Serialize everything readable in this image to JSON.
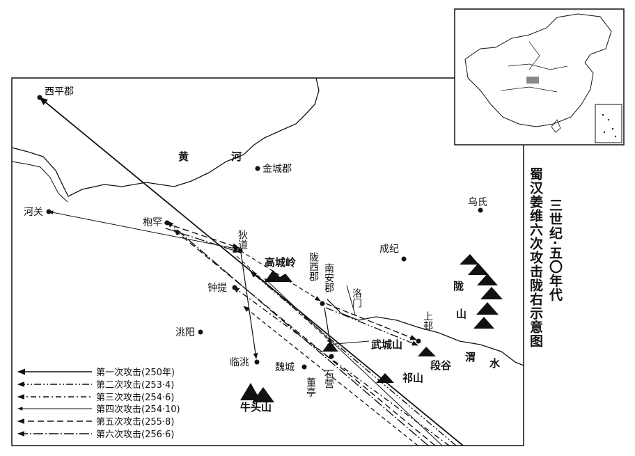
{
  "title": {
    "col1": "三世纪·五〇年代",
    "col2": "蜀汉姜维六次攻击陇右示意图"
  },
  "places": {
    "xiping": "西平郡",
    "jincheng": "金城郡",
    "heguan": "河关",
    "fuhan": "枹罕",
    "didao": "狄道",
    "gaocheng": "高城岭",
    "longxi": "陇西郡",
    "nanan": "南安郡",
    "chengji": "成纪",
    "wushi": "乌氏",
    "luomen": "洛门",
    "zhongti": "钟提",
    "taoyang": "洮阳",
    "lintao": "临洮",
    "weicheng": "魏城",
    "dongting": "董亭",
    "shiying": "石营",
    "wucheng": "武城山",
    "shanggui": "上邽",
    "duangu": "段谷",
    "qishan": "祁山",
    "niutou": "牛头山"
  },
  "rivers": {
    "huang": "黄",
    "he": "河",
    "wei": "渭",
    "shui": "水"
  },
  "mountains": {
    "long": "陇",
    "shan": "山"
  },
  "legend": [
    {
      "label": "第一次攻击(250年)",
      "style": "solid"
    },
    {
      "label": "第二次攻击(253·4)",
      "style": "dash-dot-dot"
    },
    {
      "label": "第三次攻击(254·6)",
      "style": "dash-dot"
    },
    {
      "label": "第四次攻击(254·10)",
      "style": "solid-thin"
    },
    {
      "label": "第五次攻击(255·8)",
      "style": "dashed"
    },
    {
      "label": "第六次攻击(256·6)",
      "style": "long-dash-dot"
    }
  ],
  "colors": {
    "ink": "#111111",
    "inset_highlight": "#888888"
  }
}
